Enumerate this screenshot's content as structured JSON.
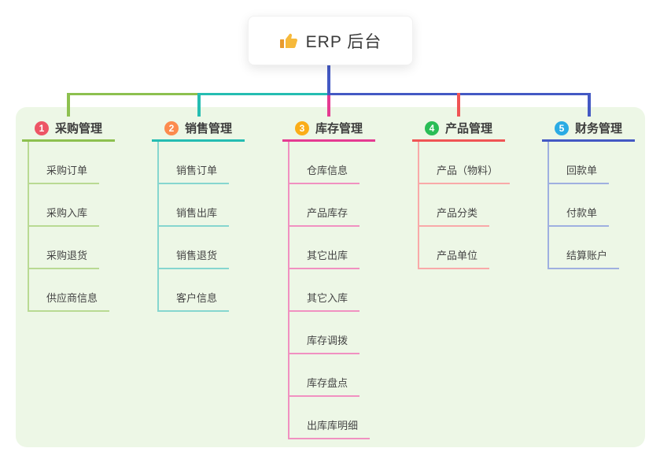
{
  "root": {
    "label": "ERP 后台",
    "icon": "thumbs-up-icon",
    "connector_color": "#4459c4",
    "icon_color": "#f6b93b"
  },
  "canvas": {
    "background_color": "#ffffff",
    "panel_color": "#edf7e6"
  },
  "branches": [
    {
      "badge": "1",
      "title": "采购管理",
      "colors": {
        "line": "#8dc04f",
        "light": "#b9da93",
        "badge": "#ed5565"
      },
      "children": [
        "采购订单",
        "采购入库",
        "采购退货",
        "供应商信息"
      ]
    },
    {
      "badge": "2",
      "title": "销售管理",
      "colors": {
        "line": "#25bdb2",
        "light": "#86d6cf",
        "badge": "#fc8b4e"
      },
      "children": [
        "销售订单",
        "销售出库",
        "销售退货",
        "客户信息"
      ]
    },
    {
      "badge": "3",
      "title": "库存管理",
      "colors": {
        "line": "#e53b92",
        "light": "#f191c1",
        "badge": "#fbad18"
      },
      "children": [
        "仓库信息",
        "产品库存",
        "其它出库",
        "其它入库",
        "库存调拨",
        "库存盘点",
        "出库库明细"
      ]
    },
    {
      "badge": "4",
      "title": "产品管理",
      "colors": {
        "line": "#f05455",
        "light": "#f9a9a9",
        "badge": "#2abd56"
      },
      "children": [
        "产品（物料）",
        "产品分类",
        "产品单位"
      ]
    },
    {
      "badge": "5",
      "title": "财务管理",
      "colors": {
        "line": "#4459c4",
        "light": "#9fb0e0",
        "badge": "#2aabe4"
      },
      "children": [
        "回款单",
        "付款单",
        "结算账户"
      ]
    }
  ]
}
